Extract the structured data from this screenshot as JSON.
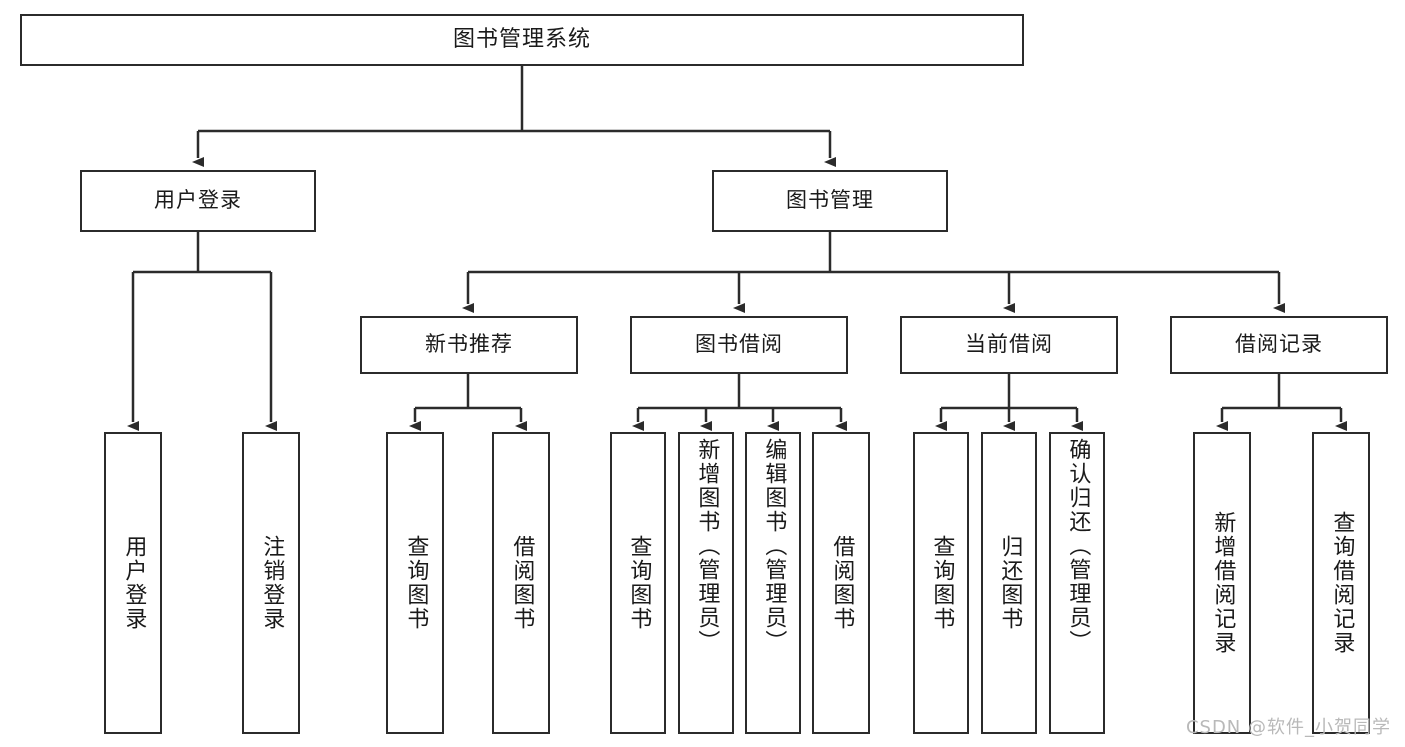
{
  "diagram": {
    "type": "tree-hierarchy",
    "title": "图书管理系统",
    "root": {
      "label": "图书管理系统"
    },
    "level2": [
      {
        "label": "用户登录"
      },
      {
        "label": "图书管理"
      }
    ],
    "level3": [
      {
        "label": "新书推荐"
      },
      {
        "label": "图书借阅"
      },
      {
        "label": "当前借阅"
      },
      {
        "label": "借阅记录"
      }
    ],
    "leaves": {
      "user_login": [
        {
          "label": "用户登录"
        },
        {
          "label": "注销登录"
        }
      ],
      "new_book_recommend": [
        {
          "label": "查询图书"
        },
        {
          "label": "借阅图书"
        }
      ],
      "book_borrow": [
        {
          "label": "查询图书"
        },
        {
          "label": "新增图书（管理员）"
        },
        {
          "label": "编辑图书（管理员）"
        },
        {
          "label": "借阅图书"
        }
      ],
      "current_borrow": [
        {
          "label": "查询图书"
        },
        {
          "label": "归还图书"
        },
        {
          "label": "确认归还（管理员）"
        }
      ],
      "borrow_record": [
        {
          "label": "新增借阅记录"
        },
        {
          "label": "查询借阅记录"
        }
      ]
    }
  },
  "watermark": {
    "text": "CSDN @软件_小贺同学"
  },
  "colors": {
    "border": "#2b2b2b",
    "text": "#1a1a1a",
    "background": "#ffffff",
    "watermark": "#b9b9b9"
  }
}
